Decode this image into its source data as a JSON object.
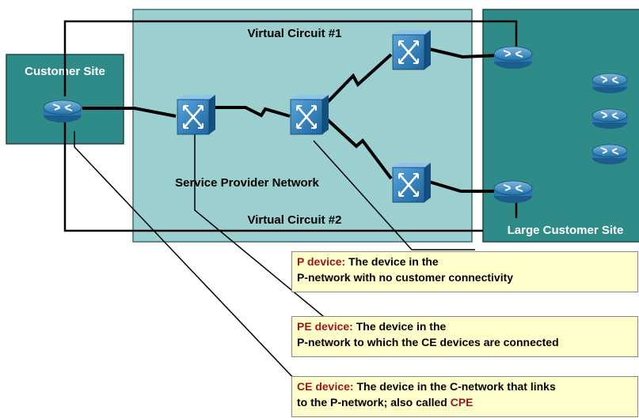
{
  "regions": {
    "customer_site": "Customer Site",
    "large_customer_site": "Large Customer Site"
  },
  "labels": {
    "vc1": "Virtual Circuit #1",
    "vc2": "Virtual Circuit #2",
    "service_provider": "Service Provider Network"
  },
  "notes": {
    "p": {
      "term": "P device:",
      "line1": " The device in the",
      "line2": "P-network with no customer connectivity"
    },
    "pe": {
      "term": "PE device:",
      "line1": " The device in the",
      "line2": "P-network to which the CE devices are connected"
    },
    "ce": {
      "term": "CE device:",
      "line1": " The device in the C-network that links",
      "line2": "to the P-network; also called ",
      "alias": "CPE"
    }
  },
  "colors": {
    "customer_bg": "#2f8b87",
    "provider_bg": "#9ccfd0",
    "large_bg": "#2f8b87",
    "note_bg": "#ffffcc",
    "term_red": "#a0141e"
  },
  "icons": {
    "router": "router-icon",
    "switch": "atm-switch-icon"
  }
}
